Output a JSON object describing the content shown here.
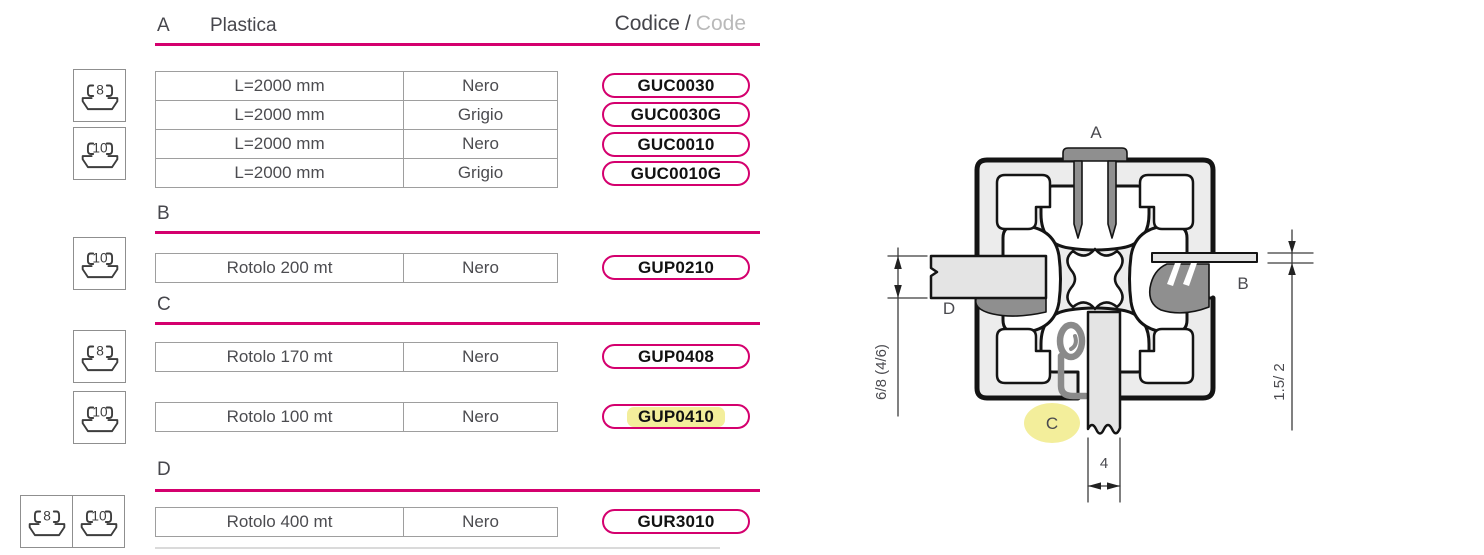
{
  "colors": {
    "accent": "#d4006e",
    "highlight": "#f3ee9b"
  },
  "header": {
    "code_it": "Codice",
    "code_sep": "/",
    "code_en": "Code"
  },
  "sections": [
    {
      "letter": "A",
      "title": "Plastica",
      "rows": [
        {
          "desc": "L=2000 mm",
          "finish": "Nero",
          "code": "GUC0030",
          "highlighted": false
        },
        {
          "desc": "L=2000 mm",
          "finish": "Grigio",
          "code": "GUC0030G",
          "highlighted": false
        },
        {
          "desc": "L=2000 mm",
          "finish": "Nero",
          "code": "GUC0010",
          "highlighted": false
        },
        {
          "desc": "L=2000 mm",
          "finish": "Grigio",
          "code": "GUC0010G",
          "highlighted": false
        }
      ]
    },
    {
      "letter": "B",
      "rows": [
        {
          "desc": "Rotolo 200 mt",
          "finish": "Nero",
          "code": "GUP0210",
          "highlighted": false
        }
      ]
    },
    {
      "letter": "C",
      "rows": [
        {
          "desc": "Rotolo 170 mt",
          "finish": "Nero",
          "code": "GUP0408",
          "highlighted": false
        },
        {
          "desc": "Rotolo 100 mt",
          "finish": "Nero",
          "code": "GUP0410",
          "highlighted": true
        }
      ]
    },
    {
      "letter": "D",
      "rows": [
        {
          "desc": "Rotolo 400 mt",
          "finish": "Nero",
          "code": "GUR3010",
          "highlighted": false
        }
      ]
    }
  ],
  "icon_boxes": [
    {
      "section": "A",
      "size": "8"
    },
    {
      "section": "A",
      "size": "10"
    },
    {
      "section": "B",
      "size": "10"
    },
    {
      "section": "C",
      "size": "8"
    },
    {
      "section": "C",
      "size": "10"
    },
    {
      "section": "D",
      "size": "8"
    },
    {
      "section": "D",
      "size": "10"
    }
  ],
  "diagram": {
    "label_a": "A",
    "label_b": "B",
    "label_c": "C",
    "label_d": "D",
    "dim_left": "6/8 (4/6)",
    "dim_right": "1.5/ 2",
    "dim_bottom": "4"
  }
}
